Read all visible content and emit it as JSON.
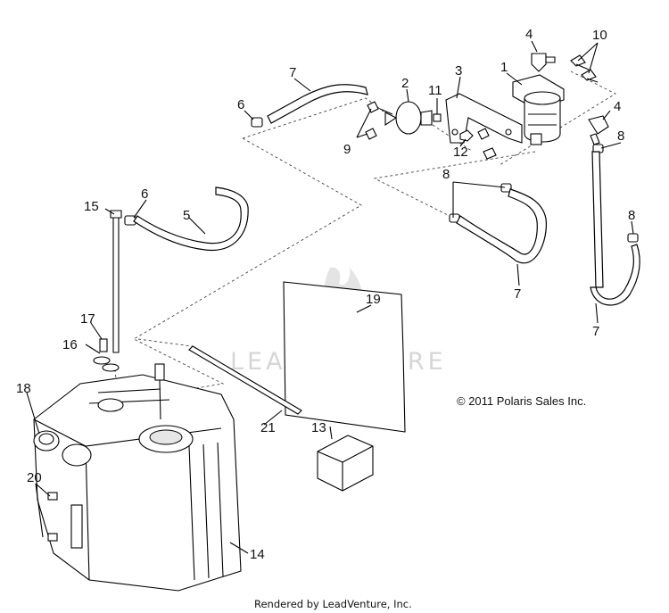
{
  "callouts": {
    "c1": "1",
    "c2": "2",
    "c3": "3",
    "c4a": "4",
    "c4b": "4",
    "c5": "5",
    "c6a": "6",
    "c6b": "6",
    "c7a": "7",
    "c7b": "7",
    "c7c": "7",
    "c8a": "8",
    "c8b": "8",
    "c8c": "8",
    "c9": "9",
    "c10": "10",
    "c11": "11",
    "c12": "12",
    "c13": "13",
    "c14": "14",
    "c15": "15",
    "c16": "16",
    "c17": "17",
    "c18": "18",
    "c19": "19",
    "c20": "20",
    "c21": "21"
  },
  "copyright": "© 2011 Polaris Sales Inc.",
  "rendered_by": "Rendered by LeadVenture, Inc.",
  "watermark": "LEADVENTURE"
}
